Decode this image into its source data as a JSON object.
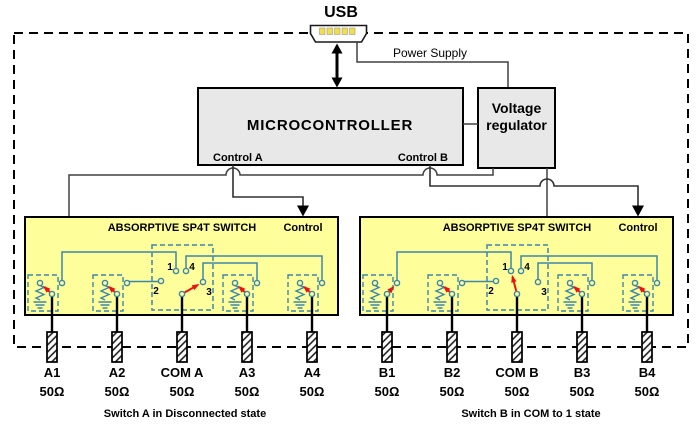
{
  "usb": {
    "label": "USB"
  },
  "power_supply_label": "Power Supply",
  "microcontroller": {
    "title": "MICROCONTROLLER",
    "control_a": "Control A",
    "control_b": "Control B"
  },
  "voltage_regulator": {
    "line1": "Voltage",
    "line2": "regulator"
  },
  "switches": [
    {
      "title": "ABSORPTIVE SP4T SWITCH",
      "control_label": "Control",
      "selector_terminals": [
        "1",
        "2",
        "3",
        "4"
      ],
      "selected_terminal": "3",
      "ports": [
        {
          "label": "A1",
          "impedance": "50Ω",
          "state": "terminated"
        },
        {
          "label": "A2",
          "impedance": "50Ω",
          "state": "terminated"
        },
        {
          "label": "COM A",
          "impedance": "50Ω",
          "state": "com"
        },
        {
          "label": "A3",
          "impedance": "50Ω",
          "state": "terminated"
        },
        {
          "label": "A4",
          "impedance": "50Ω",
          "state": "terminated"
        }
      ],
      "caption": "Switch A in Disconnected state"
    },
    {
      "title": "ABSORPTIVE SP4T SWITCH",
      "control_label": "Control",
      "selector_terminals": [
        "1",
        "2",
        "3",
        "4"
      ],
      "selected_terminal": "1",
      "ports": [
        {
          "label": "B1",
          "impedance": "50Ω",
          "state": "through"
        },
        {
          "label": "B2",
          "impedance": "50Ω",
          "state": "terminated"
        },
        {
          "label": "COM B",
          "impedance": "50Ω",
          "state": "com"
        },
        {
          "label": "B3",
          "impedance": "50Ω",
          "state": "terminated"
        },
        {
          "label": "B4",
          "impedance": "50Ω",
          "state": "terminated"
        }
      ],
      "caption": "Switch B in COM to 1 state"
    }
  ],
  "colors": {
    "switch_fill": "#fefe9a",
    "block_fill": "#e8e8e8",
    "schematic_blue": "#3a87ad",
    "terminal_number_blue": "#155d7d",
    "arrow_red": "#e81414",
    "wire_gray": "#404040"
  }
}
